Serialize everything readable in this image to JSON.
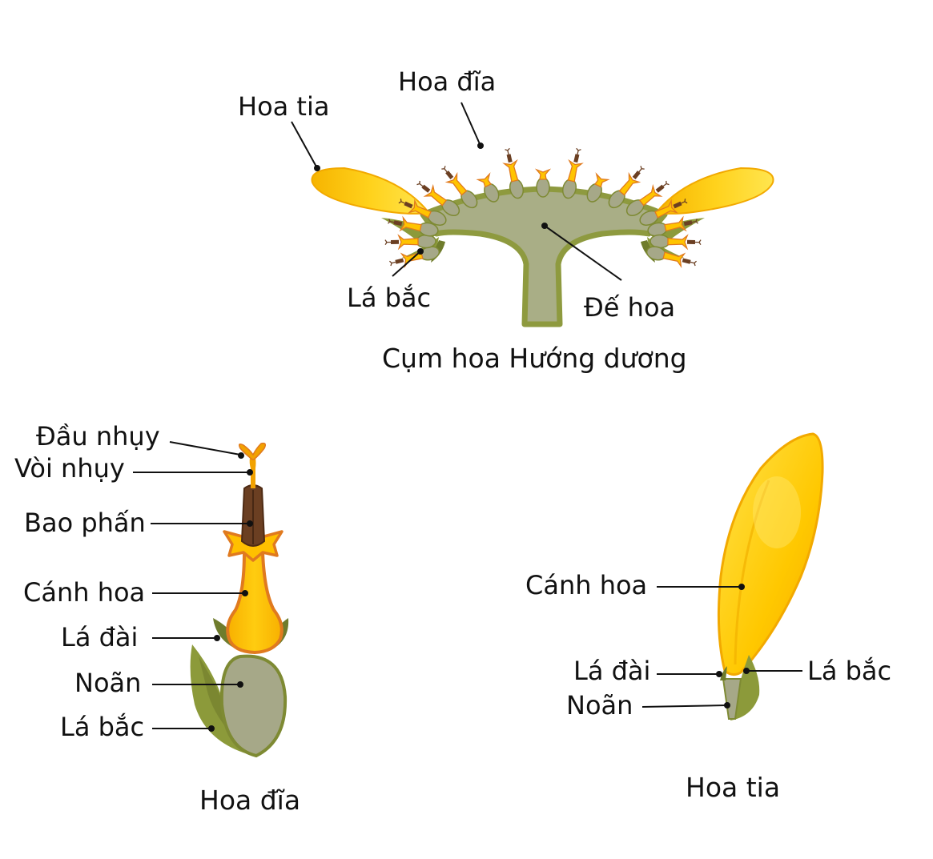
{
  "colors": {
    "petal_yellow": "#FFD21C",
    "petal_dark": "#F2A900",
    "petal_outline": "#E07A1F",
    "receptacle": "#A9AE86",
    "receptacle_edge": "#8E9A3F",
    "leaf_green": "#8C9A3A",
    "leaf_dark": "#6F7C2C",
    "ovary": "#A6A888",
    "anther": "#6B3F22",
    "line": "#111111"
  },
  "inflorescence": {
    "caption": "Cụm hoa Hướng dương",
    "labels": {
      "ray_flower": "Hoa tia",
      "disc_flower": "Hoa đĩa",
      "bract": "Lá bắc",
      "receptacle": "Đế hoa"
    }
  },
  "disc_flower": {
    "caption": "Hoa đĩa",
    "labels": {
      "stigma": "Đầu nhụy",
      "style": "Vòi nhụy",
      "anther": "Bao phấn",
      "petal": "Cánh hoa",
      "sepal": "Lá đài",
      "ovary": "Noãn",
      "bract": "Lá bắc"
    }
  },
  "ray_flower": {
    "caption": "Hoa tia",
    "labels": {
      "petal": "Cánh hoa",
      "sepal": "Lá đài",
      "bract": "Lá bắc",
      "ovary": "Noãn"
    }
  }
}
